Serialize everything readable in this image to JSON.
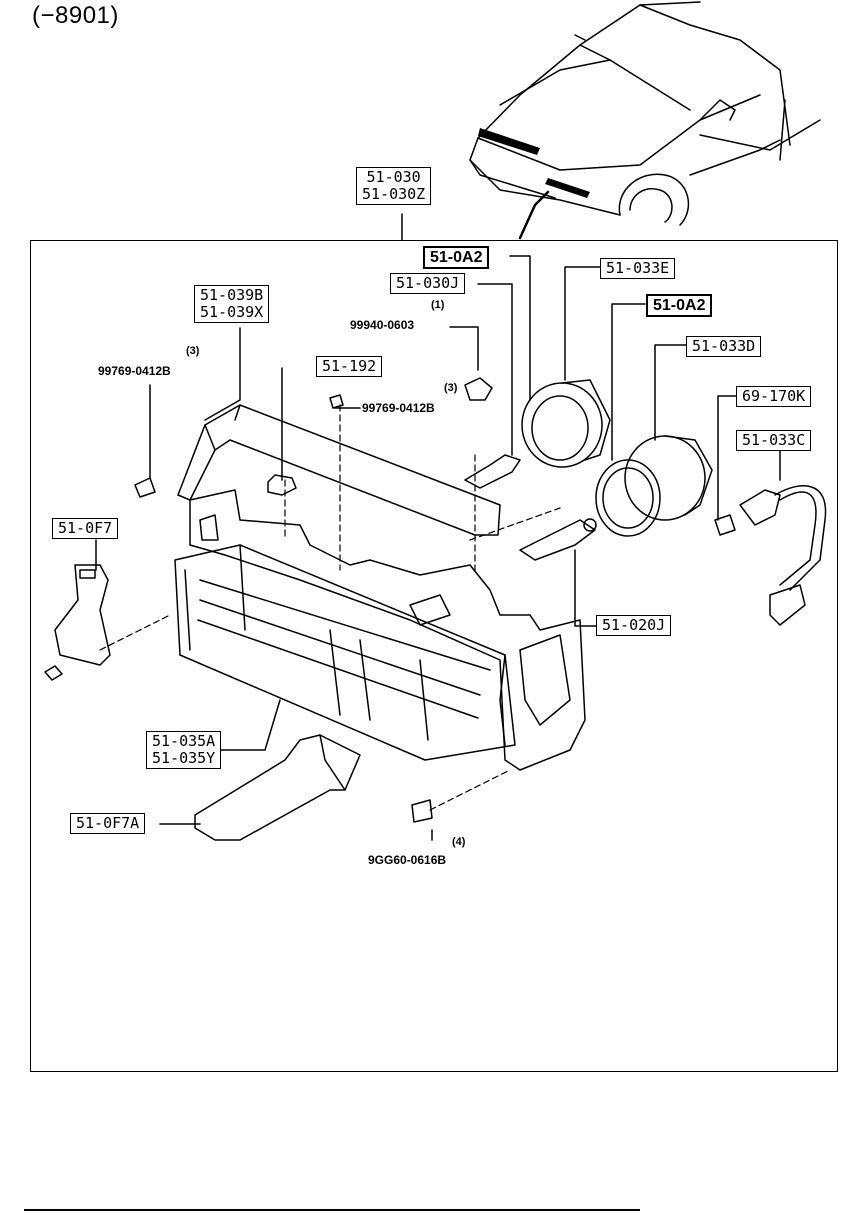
{
  "header": {
    "range": "(−8901)"
  },
  "callouts": {
    "assy": [
      "51-030",
      "51-030Z"
    ],
    "bar_rh": [
      "51-039B",
      "51-039X"
    ],
    "bulb_socket": "51-030J",
    "ring_upper": "51-0A2",
    "ring_lower": "51-0A2",
    "cover_e": "51-033E",
    "cover_d": "51-033D",
    "bulb_side": "69-170K",
    "socket_c": "51-033C",
    "clip": "51-192",
    "bracket_left": "51-0F7",
    "bulb_main": "51-020J",
    "lens": [
      "51-035A",
      "51-035Y"
    ],
    "bracket_bottom": "51-0F7A"
  },
  "fasteners": {
    "nut": {
      "qty": "(1)",
      "part": "99940-0603"
    },
    "screw_top": {
      "qty": "(3)",
      "part": "99769-0412B"
    },
    "screw_left": {
      "qty": "(3)",
      "part": "99769-0412B"
    },
    "bolt": {
      "qty": "(4)",
      "part": "9GG60-0616B"
    }
  }
}
